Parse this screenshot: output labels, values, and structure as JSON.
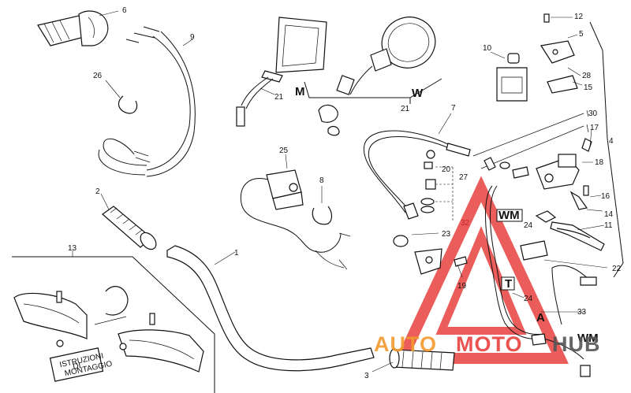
{
  "callouts": {
    "n1": "1",
    "n2": "2",
    "n3": "3",
    "n4": "4",
    "n5": "5",
    "n6": "6",
    "n7": "7",
    "n8": "8",
    "n9": "9",
    "n10": "10",
    "n11": "11",
    "n12": "12",
    "n13": "13",
    "n14": "14",
    "n15": "15",
    "n16": "16",
    "n17": "17",
    "n18": "18",
    "n19": "19",
    "n20": "20",
    "n21a": "21",
    "n21b": "21",
    "n22": "22",
    "n23": "23",
    "n24a": "24",
    "n24b": "24",
    "n25": "25",
    "n26": "26",
    "n27": "27",
    "n28": "28",
    "n30": "30",
    "n32": "32",
    "n33": "33"
  },
  "variants": {
    "m": "M",
    "w": "W"
  },
  "wiring_codes": {
    "wm1": "WM",
    "t": "T",
    "a": "A",
    "wm2": "WM"
  },
  "sticker": {
    "line1": "ISTRUZIONI",
    "line2": "DI",
    "line3": "MONTAGGIO"
  },
  "watermark": {
    "auto": "AUTO",
    "moto": "MOTO",
    "hub": "HUB"
  },
  "colors": {
    "watermark_red": "#e8413e",
    "watermark_orange": "#f29a2e",
    "watermark_gray": "#555555"
  }
}
